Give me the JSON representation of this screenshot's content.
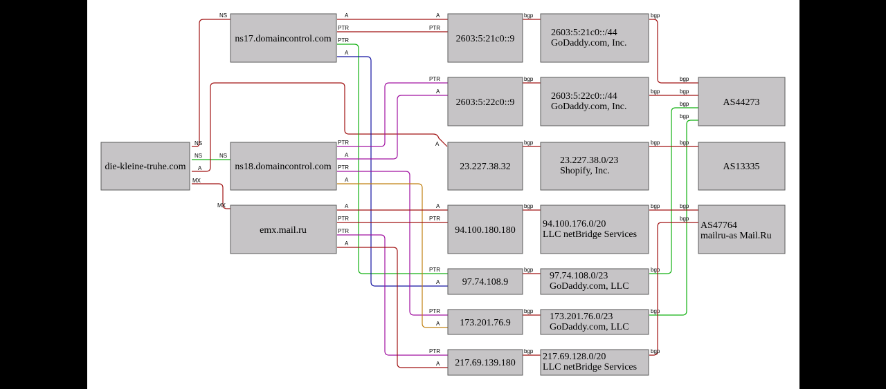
{
  "colors": {
    "red": "#a01010",
    "green": "#10b010",
    "blue": "#1010a0",
    "purple": "#a010a0",
    "orange": "#c08010"
  },
  "nodes": {
    "domain": "die-kleine-truhe.com",
    "ns17": "ns17.domaincontrol.com",
    "ns18": "ns18.domaincontrol.com",
    "mx": "emx.mail.ru",
    "ip_2603_21": "2603:5:21c0::9",
    "ip_2603_22": "2603:5:22c0::9",
    "ip_23": "23.227.38.32",
    "ip_94": "94.100.180.180",
    "ip_97": "97.74.108.9",
    "ip_173": "173.201.76.9",
    "ip_217": "217.69.139.180",
    "net_2603_21": [
      "2603:5:21c0::/44",
      "GoDaddy.com, Inc."
    ],
    "net_2603_22": [
      "2603:5:22c0::/44",
      "GoDaddy.com, Inc."
    ],
    "net_23": [
      "23.227.38.0/23",
      "Shopify, Inc."
    ],
    "net_94": [
      "94.100.176.0/20",
      "LLC netBridge Services"
    ],
    "net_97": [
      "97.74.108.0/23",
      "GoDaddy.com, LLC"
    ],
    "net_173": [
      "173.201.76.0/23",
      "GoDaddy.com, LLC"
    ],
    "net_217": [
      "217.69.128.0/20",
      "LLC netBridge Services"
    ],
    "as44273": "AS44273",
    "as13335": "AS13335",
    "as47764": [
      "AS47764",
      "mailru-as Mail.Ru"
    ]
  },
  "labels": {
    "ns": "NS",
    "a": "A",
    "mx": "MX",
    "ptr": "PTR",
    "bgp": "bgp"
  }
}
